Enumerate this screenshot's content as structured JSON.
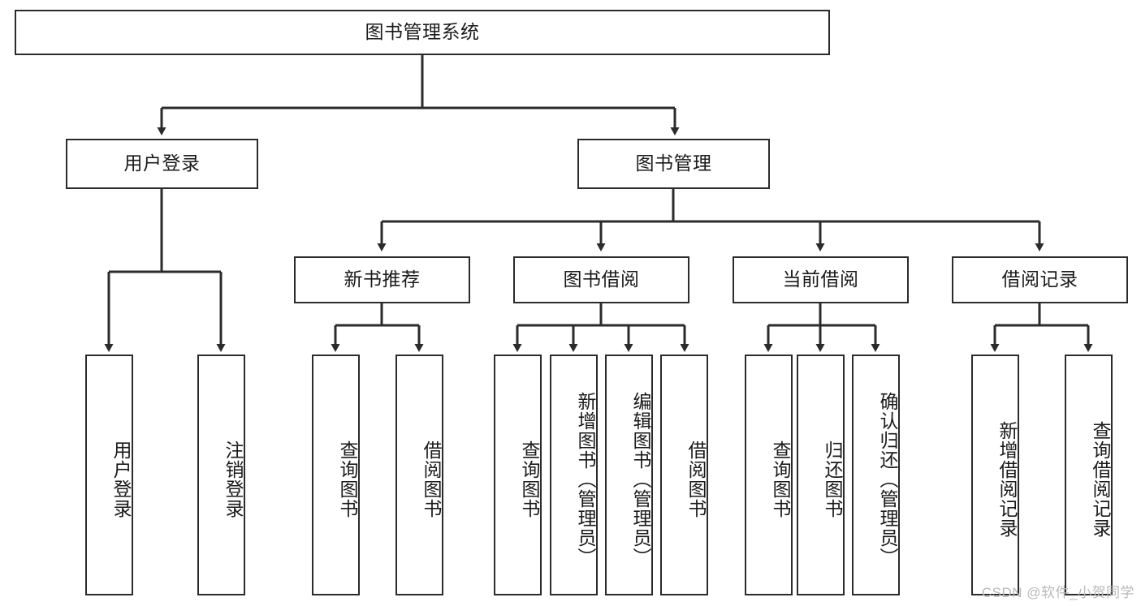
{
  "diagram": {
    "title": "图书管理系统",
    "type": "tree-hierarchy",
    "colors": {
      "box_border": "#2b2b2b",
      "box_fill": "#ffffff",
      "edge": "#2b2b2b",
      "text": "#1a1a1a",
      "watermark": "#b9b9b9"
    },
    "levels": {
      "root": {
        "label": "图书管理系统"
      },
      "level2": [
        {
          "id": "user-login",
          "label": "用户登录"
        },
        {
          "id": "book-manage",
          "label": "图书管理"
        }
      ],
      "level3": [
        {
          "id": "new-book-recommend",
          "label": "新书推荐"
        },
        {
          "id": "book-borrow",
          "label": "图书借阅"
        },
        {
          "id": "current-borrow",
          "label": "当前借阅"
        },
        {
          "id": "borrow-record",
          "label": "借阅记录"
        }
      ],
      "leaves": {
        "user_login": [
          {
            "id": "leaf-user-login",
            "label": "用户登录"
          },
          {
            "id": "leaf-logout-login",
            "label": "注销登录"
          }
        ],
        "new_book_recommend": [
          {
            "id": "leaf-query-book-1",
            "label": "查询图书"
          },
          {
            "id": "leaf-borrow-book-1",
            "label": "借阅图书"
          }
        ],
        "book_borrow": [
          {
            "id": "leaf-query-book-2",
            "label": "查询图书"
          },
          {
            "id": "leaf-add-book",
            "label": "新增图书（管理员）"
          },
          {
            "id": "leaf-edit-book",
            "label": "编辑图书（管理员）"
          },
          {
            "id": "leaf-borrow-book-2",
            "label": "借阅图书"
          }
        ],
        "current_borrow": [
          {
            "id": "leaf-query-book-3",
            "label": "查询图书"
          },
          {
            "id": "leaf-return-book",
            "label": "归还图书"
          },
          {
            "id": "leaf-confirm-return",
            "label": "确认归还（管理员）"
          }
        ],
        "borrow_record": [
          {
            "id": "leaf-add-record",
            "label": "新增借阅记录"
          },
          {
            "id": "leaf-query-record",
            "label": "查询借阅记录"
          }
        ]
      }
    }
  },
  "watermark": {
    "text": "CSDN @软件_小贺同学"
  }
}
